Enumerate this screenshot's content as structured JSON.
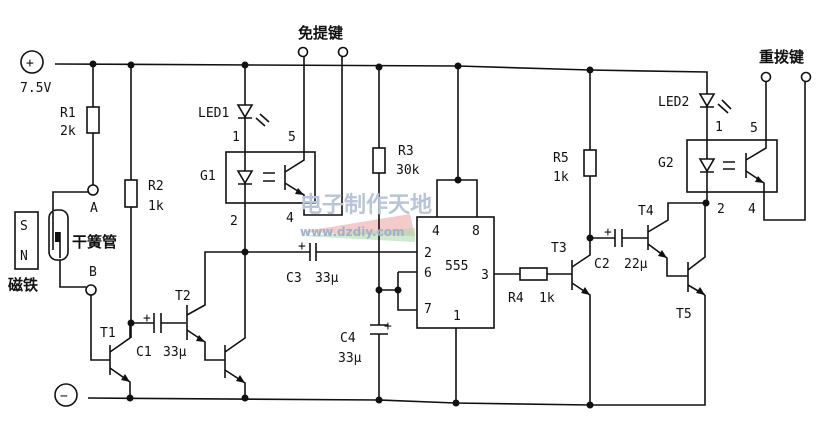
{
  "title": "免提键 / 重拨键 control circuit",
  "supply": {
    "plus_symbol": "+",
    "minus_symbol": "−",
    "voltage": "7.5V"
  },
  "components": {
    "R1": {
      "name": "R1",
      "value": "2k"
    },
    "R2": {
      "name": "R2",
      "value": "1k"
    },
    "R3": {
      "name": "R3",
      "value": "30k"
    },
    "R4": {
      "name": "R4",
      "value": "1k"
    },
    "R5": {
      "name": "R5",
      "value": "1k"
    },
    "C1": {
      "name": "C1",
      "value": "33μ"
    },
    "C2": {
      "name": "C2",
      "value": "22μ"
    },
    "C3": {
      "name": "C3",
      "value": "33μ"
    },
    "C4": {
      "name": "C4",
      "value": "33μ"
    },
    "T1": "T1",
    "T2": "T2",
    "T3": "T3",
    "T4": "T4",
    "T5": "T5",
    "LED1": "LED1",
    "LED2": "LED2",
    "G1": {
      "name": "G1",
      "pins": [
        "1",
        "5",
        "2",
        "4"
      ]
    },
    "G2": {
      "name": "G2",
      "pins": [
        "1",
        "5",
        "2",
        "4"
      ]
    },
    "ic555": {
      "name": "555",
      "pins": [
        "4",
        "8",
        "2",
        "6",
        "3",
        "7",
        "1"
      ]
    },
    "capacitor_plus": "+",
    "terminal_A": "A",
    "terminal_B": "B",
    "reed_switch": "干簧管",
    "magnet": {
      "label": "磁铁",
      "S": "S",
      "N": "N"
    }
  },
  "keys": {
    "handsfree": "免提键",
    "redial": "重拨键"
  },
  "watermark": {
    "cn": "电子制作天地",
    "url": "www.dzdiy.com"
  }
}
